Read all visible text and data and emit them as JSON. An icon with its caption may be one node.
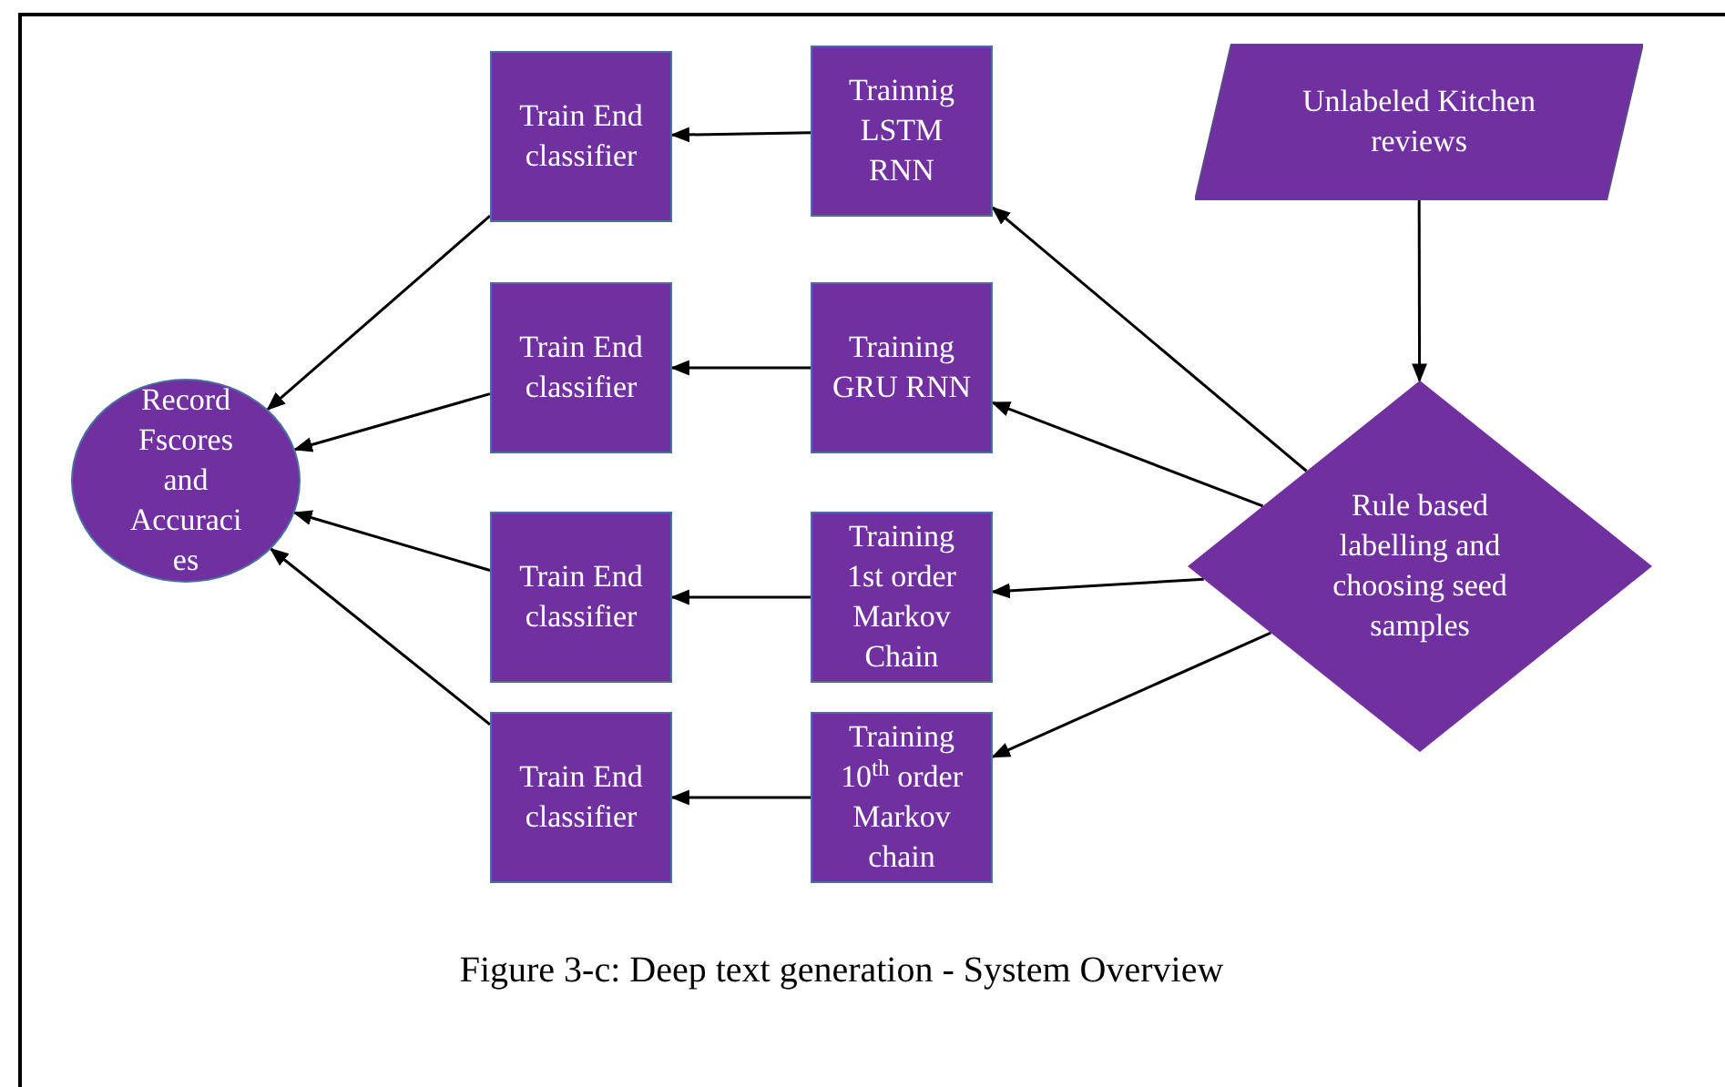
{
  "diagram": {
    "caption": "Figure 3-c: Deep text generation - System Overview",
    "nodes": [
      {
        "text": [
          "Unlabeled Kitchen reviews"
        ]
      },
      {
        "text": [
          "Rule based labelling and choosing seed samples"
        ]
      },
      {
        "text": [
          "Trainnig LSTM RNN"
        ]
      },
      {
        "text": [
          "Training GRU RNN"
        ]
      },
      {
        "text": [
          "Training 1st order Markov Chain"
        ]
      },
      {
        "text": [
          "Training 10$^{th}$ order Markov chain"
        ]
      },
      {
        "text": [
          "Train End classifier"
        ]
      },
      {
        "text": [
          "Train End classifier"
        ]
      },
      {
        "text": [
          "Train End classifier"
        ]
      },
      {
        "text": [
          "Train End classifier"
        ]
      },
      {
        "text": [
          "Record Fscores and Accuraci es"
        ]
      }
    ],
    "edges": [
      {
        "from": 0,
        "to": 1,
        "arrow": "to"
      },
      {
        "from": 1,
        "to": 2,
        "arrow": "to"
      },
      {
        "from": 1,
        "to": 3,
        "arrow": "to"
      },
      {
        "from": 1,
        "to": 4,
        "arrow": "to"
      },
      {
        "from": 1,
        "to": 5,
        "arrow": "to"
      },
      {
        "from": 2,
        "to": 6,
        "arrow": "to"
      },
      {
        "from": 3,
        "to": 7,
        "arrow": "to"
      },
      {
        "from": 4,
        "to": 8,
        "arrow": "to"
      },
      {
        "from": 5,
        "to": 9,
        "arrow": "to"
      },
      {
        "from": 6,
        "to": 10,
        "arrow": "to"
      },
      {
        "from": 7,
        "to": 10,
        "arrow": "to"
      },
      {
        "from": 8,
        "to": 10,
        "arrow": "to"
      },
      {
        "from": 9,
        "to": 10,
        "arrow": "to"
      }
    ]
  }
}
